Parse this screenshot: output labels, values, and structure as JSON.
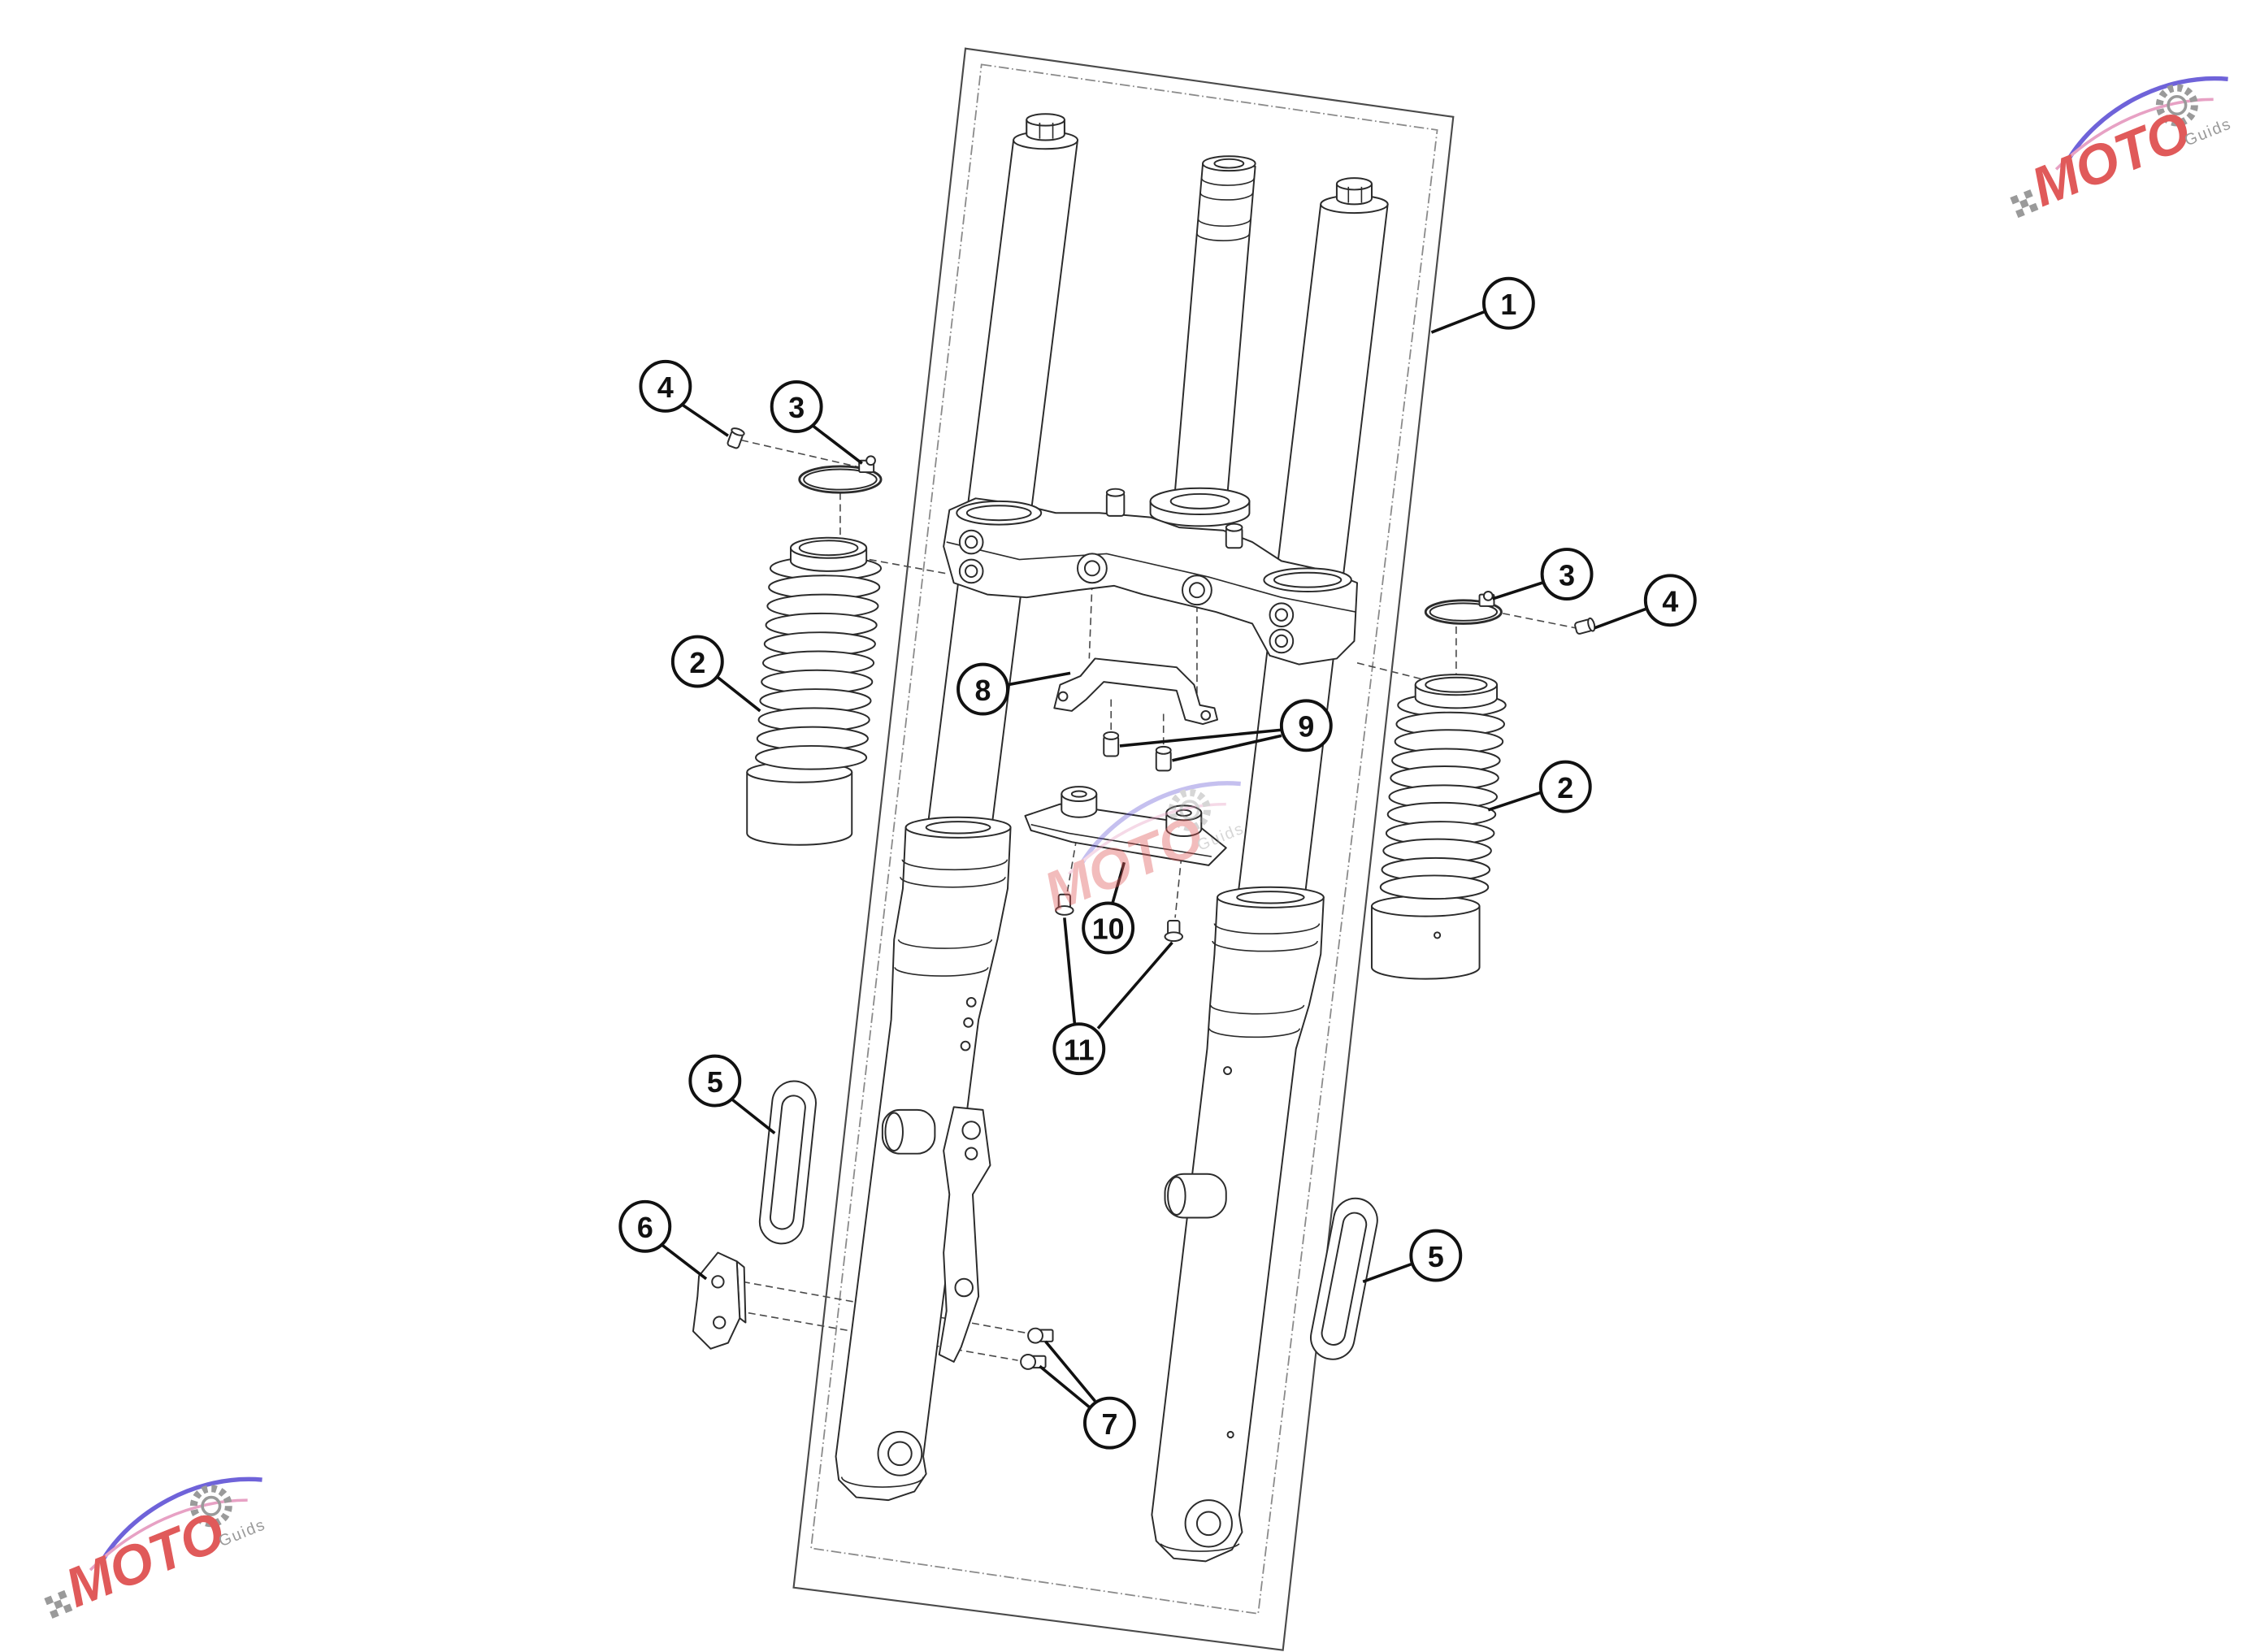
{
  "callouts": [
    {
      "label": "1"
    },
    {
      "label": "2"
    },
    {
      "label": "2"
    },
    {
      "label": "3"
    },
    {
      "label": "3"
    },
    {
      "label": "4"
    },
    {
      "label": "4"
    },
    {
      "label": "5"
    },
    {
      "label": "5"
    },
    {
      "label": "6"
    },
    {
      "label": "7"
    },
    {
      "label": "8"
    },
    {
      "label": "9"
    },
    {
      "label": "10"
    },
    {
      "label": "11"
    }
  ],
  "watermark": {
    "wordmark": "MOTO",
    "tagline": "Guids",
    "icons": [
      "swoosh-icon",
      "gear-icon",
      "checkered-flag-icon"
    ]
  },
  "colors": {
    "line": "#2b2b2b",
    "callout_stroke": "#111111",
    "watermark_text": "#e05a5a",
    "watermark_swoosh": "#6f63d9",
    "watermark_swoosh_light": "#e7a1c4",
    "watermark_gear": "#9a9a9a"
  }
}
